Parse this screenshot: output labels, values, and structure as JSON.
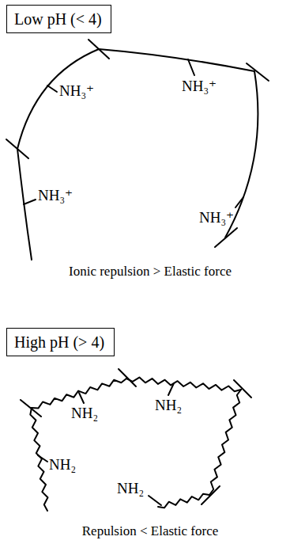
{
  "diagram": {
    "nodes": [
      {
        "text": [
          "Low pH (< 4)"
        ]
      },
      {
        "text": [
          "High pH (> 4)"
        ]
      }
    ],
    "labels": [
      "NH₃⁺",
      "NH₃⁺",
      "NH₃⁺",
      "NH₃⁺",
      "Ionic repulsion > Elastic force",
      "NH₂",
      "NH₂",
      "NH₂",
      "NH₂",
      "Repulsion < Elastic force"
    ]
  }
}
